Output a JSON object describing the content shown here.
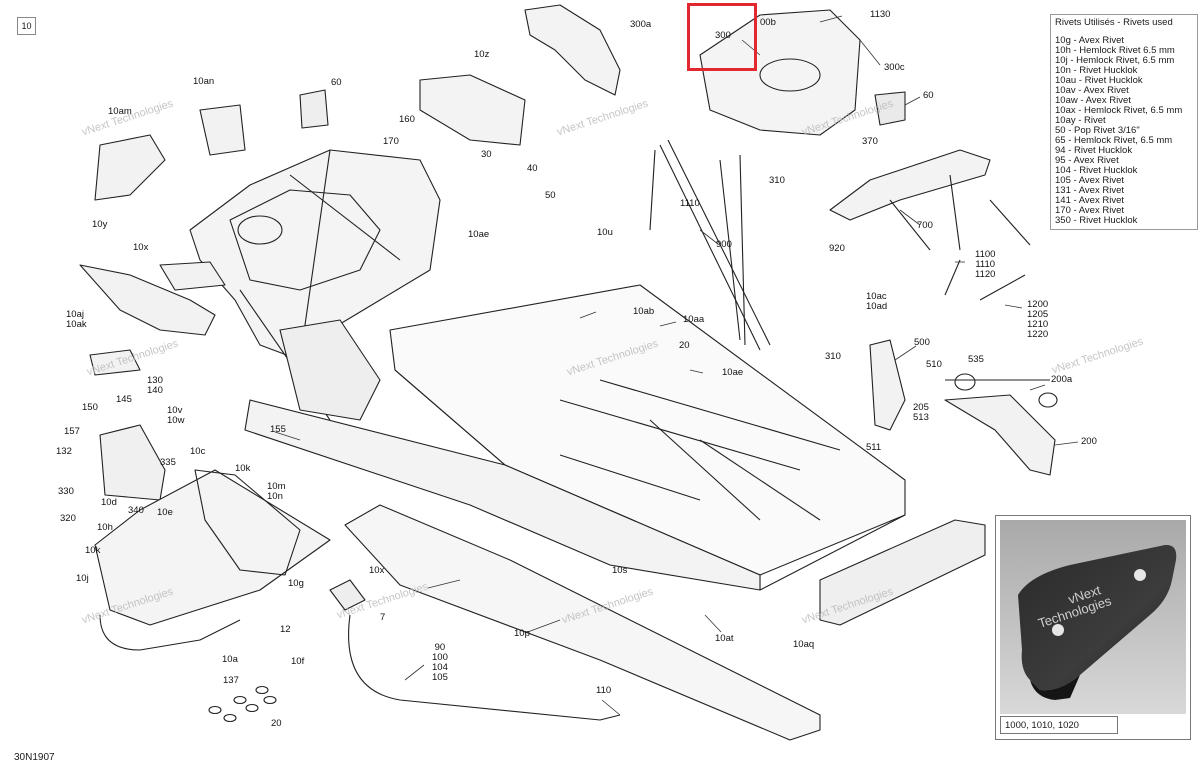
{
  "page_tag": "10",
  "figure_id": "30N1907",
  "watermark": "vNext Technologies",
  "rivet_legend": {
    "title": "Rivets Utilisés - Rivets used",
    "items": [
      "10g - Avex Rivet",
      "10h - Hemlock Rivet 6.5 mm",
      "10j - Hemlock Rivet, 6.5 mm",
      "10n - Rivet Hucklok",
      "10au - Rivet Hucklok",
      "10av - Avex Rivet",
      "10aw - Avex Rivet",
      "10ax - Hemlock Rivet, 6.5 mm",
      "10ay - Rivet",
      "50 - Pop Rivet 3/16\"",
      "65 - Hemlock Rivet, 6.5 mm",
      "94 - Rivet Hucklok",
      "95 - Avex Rivet",
      "104 - Rivet Hucklok",
      "105 - Avex Rivet",
      "131 - Avex Rivet",
      "141 - Avex Rivet",
      "170 - Avex Rivet",
      "350 - Rivet Hucklok"
    ]
  },
  "inset": {
    "caption": "1000, 1010, 1020",
    "watermark_line1": "vNext",
    "watermark_line2": "Technologies"
  },
  "highlight": {
    "label": "300",
    "color": "#e0282e"
  },
  "callouts": {
    "c300a": "300a",
    "c1130": "1130",
    "c00b": "00b",
    "c300c": "300c",
    "c60a": "60",
    "c370": "370",
    "c310": "310",
    "c1110": "1110",
    "c900": "900",
    "c700": "700",
    "c920": "920",
    "c1100": "1100\n1110\n1120",
    "c1200": "1200\n1205\n1210\n1220",
    "c10ac": "10ac",
    "c10ad": "10ad",
    "c500": "500",
    "c510": "510",
    "c535": "535",
    "c310b": "310",
    "c205": "205",
    "c513": "513",
    "c200a": "200a",
    "c200": "200",
    "c511": "511",
    "c10z": "10z",
    "c60b": "60",
    "c160": "160",
    "c170": "170",
    "c30": "30",
    "c40": "40",
    "c50": "50",
    "c10an": "10an",
    "c10am": "10am",
    "c10y": "10y",
    "c10x": "10x",
    "c10ae": "10ae",
    "c10u": "10u",
    "c10ab": "10ab",
    "c10aa": "10aa",
    "c20": "20",
    "c10ae2": "10ae",
    "c10aj": "10aj",
    "c10ak": "10ak",
    "c130": "130",
    "c140": "140",
    "c150": "150",
    "c145": "145",
    "c157": "157",
    "c132": "132",
    "c10v": "10v",
    "c10w": "10w",
    "c155": "155",
    "c335": "335",
    "c10c": "10c",
    "c10k": "10k",
    "c330": "330",
    "c10d": "10d",
    "c340": "340",
    "c10e": "10e",
    "c10m": "10m",
    "c10n": "10n",
    "c320": "320",
    "c10h": "10h",
    "c10k2": "10k",
    "c10j": "10j",
    "c10g": "10g",
    "c12": "12",
    "c10a": "10a",
    "c10f": "10f",
    "c137": "137",
    "c20b": "20",
    "c10x2": "10x",
    "c7": "7",
    "c10p": "10p",
    "c90": "90\n100\n104\n105",
    "c110": "110",
    "c10s": "10s",
    "c10at": "10at",
    "c10aq": "10aq"
  }
}
